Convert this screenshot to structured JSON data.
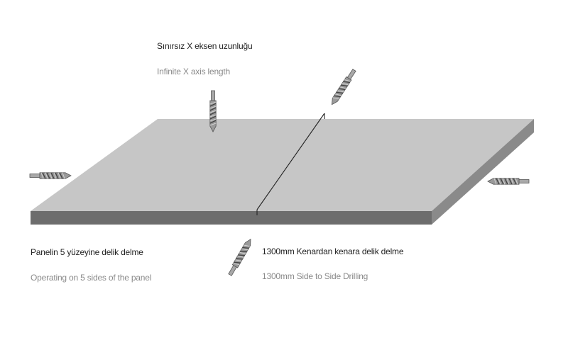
{
  "labels": {
    "x_axis": {
      "tr": "Sınırsız X eksen uzunluğu",
      "en": "Infinite X axis length"
    },
    "five_sides": {
      "tr": "Panelin 5 yüzeyine delik delme",
      "en": "Operating on 5 sides of the panel"
    },
    "side_to_side": {
      "tr": "1300mm Kenardan kenara delik delme",
      "en": "1300mm Side to Side Drilling"
    }
  },
  "icons": {
    "drill": "drill-bit-icon"
  },
  "colors": {
    "panel_top": "#c6c6c6",
    "panel_front": "#6d6d6d",
    "panel_side": "#8a8a8a",
    "drill_body": "#9a9a9a",
    "drill_dark": "#555555",
    "guide_line": "#222222"
  }
}
